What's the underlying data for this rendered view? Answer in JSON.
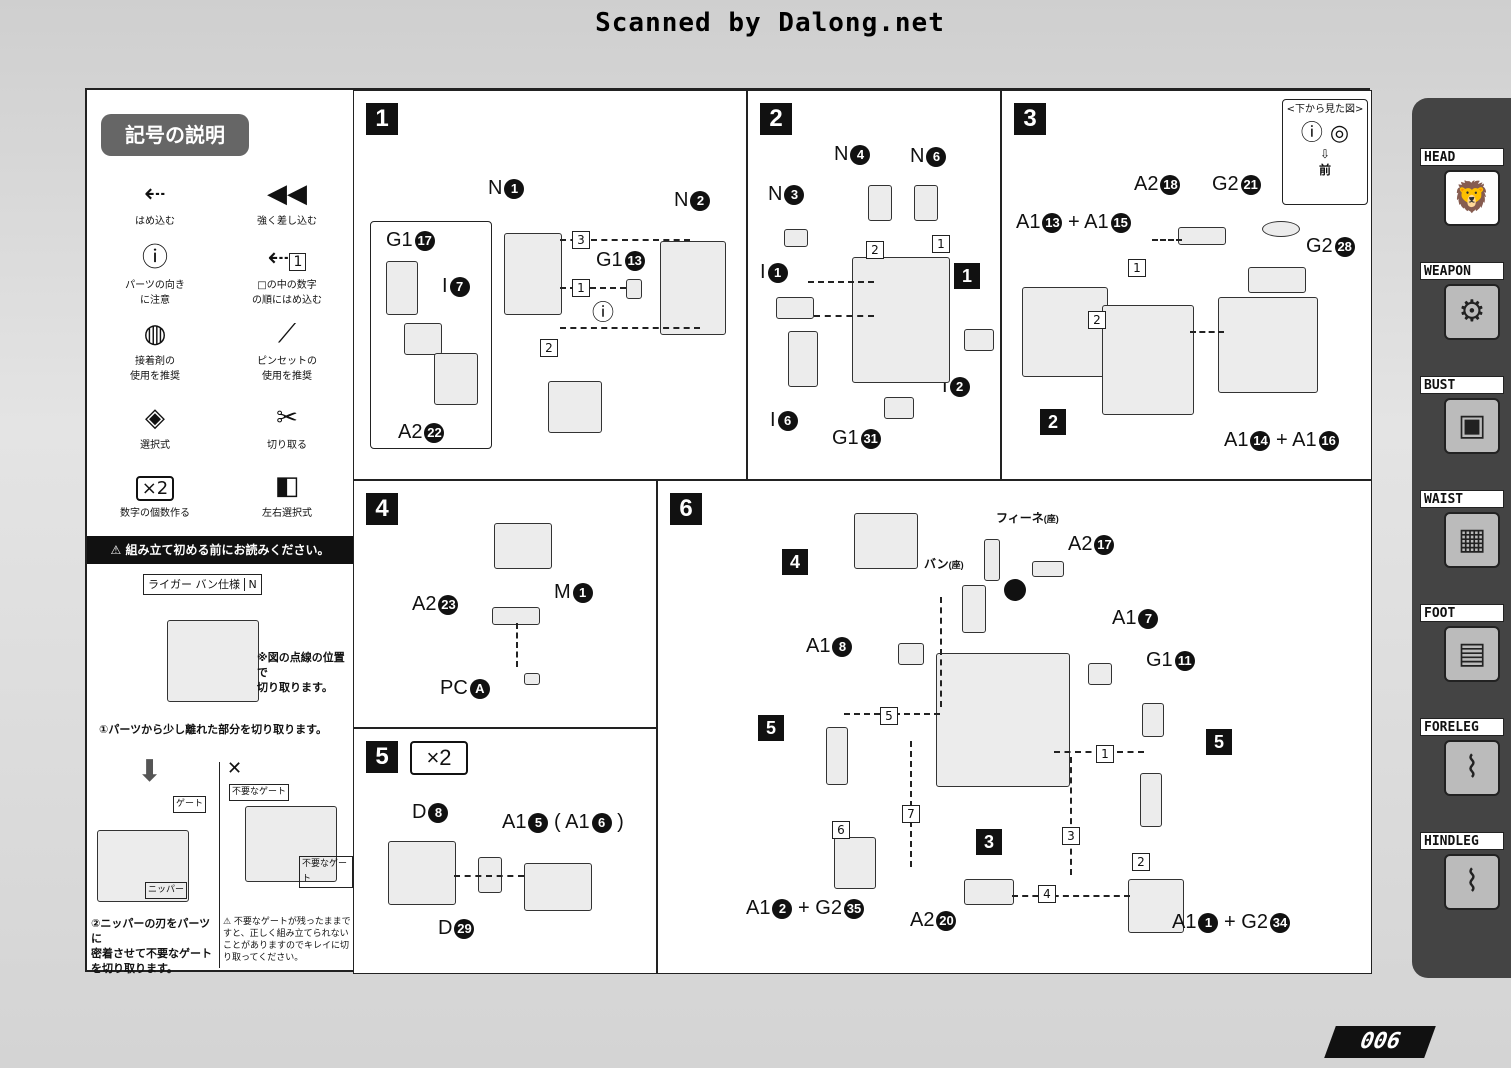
{
  "header": {
    "scan_credit": "Scanned by Dalong.net"
  },
  "legend": {
    "title": "記号の説明",
    "items": [
      {
        "icon": "arrow-dashed-icon",
        "label": "はめ込む"
      },
      {
        "icon": "double-arrow-icon",
        "label": "強く差し込む"
      },
      {
        "icon": "direction-caution-icon",
        "label": "パーツの向き\nに注意"
      },
      {
        "icon": "order-arrow-icon",
        "badge": "1",
        "label": "□の中の数字\nの順にはめ込む"
      },
      {
        "icon": "glue-icon",
        "label": "接着剤の\n使用を推奨"
      },
      {
        "icon": "tweezers-icon",
        "label": "ピンセットの\n使用を推奨"
      },
      {
        "icon": "choice-icon",
        "label": "選択式"
      },
      {
        "icon": "cut-icon",
        "label": "切り取る"
      },
      {
        "icon": "x2-icon",
        "badge": "×2",
        "label": "数字の個数作る"
      },
      {
        "icon": "lr-icon",
        "label": "左右選択式"
      }
    ],
    "warning_title": "組み立て初める前にお読みください。",
    "spec_label": "ライガー バン仕様",
    "spec_badge": "N",
    "cut_note": "※図の点線の位置で\n切り取ります。",
    "step1_note": "①パーツから少し離れた部分を切り取ります。",
    "gate_label": "ゲート",
    "nipper_label": "ニッパー",
    "unneeded_gate": "不要なゲート",
    "step2_note": "②ニッパーの刃をパーツに\n密着させて不要なゲート\nを切り取ります。",
    "caution_note": "⚠ 不要なゲートが残ったままですと、正しく組み立てられないことがありますのでキレイに切り取ってください。"
  },
  "steps": [
    {
      "num": "1",
      "labels": [
        "N",
        "N",
        "G1",
        "G1",
        "I",
        "A2"
      ],
      "nums": [
        "1",
        "2",
        "17",
        "13",
        "7",
        "22"
      ],
      "seq": [
        "3",
        "1",
        "2"
      ]
    },
    {
      "num": "2",
      "labels": [
        "N",
        "N",
        "N",
        "I",
        "I",
        "I",
        "G1"
      ],
      "nums": [
        "4",
        "6",
        "3",
        "1",
        "6",
        "2",
        "31"
      ],
      "seq": [
        "2",
        "1"
      ],
      "ref": "1"
    },
    {
      "num": "3",
      "labels": [
        "A2",
        "G2",
        "A1",
        "A1",
        "G2",
        "A1",
        "A1"
      ],
      "nums": [
        "18",
        "21",
        "13",
        "15",
        "28",
        "14",
        "16"
      ],
      "seq": [
        "1",
        "2"
      ],
      "ref": "2",
      "view_label": "<下から見た図>",
      "front_label": "前"
    },
    {
      "num": "4",
      "labels": [
        "M",
        "A2",
        "PC"
      ],
      "nums": [
        "1",
        "23",
        "A"
      ]
    },
    {
      "num": "5",
      "multiplier": "×2",
      "labels": [
        "D",
        "A1",
        "A1",
        "D"
      ],
      "nums": [
        "8",
        "5",
        "6",
        "29"
      ]
    },
    {
      "num": "6",
      "refs": [
        "4",
        "5",
        "5",
        "3"
      ],
      "labels": [
        "フィーネ",
        "A2",
        "バン",
        "A1",
        "A1",
        "G1",
        "A1",
        "G2",
        "A2",
        "A1",
        "G2"
      ],
      "nums": [
        "17",
        "7",
        "8",
        "11",
        "2",
        "35",
        "20",
        "1",
        "34"
      ],
      "seat": "(座)",
      "seq": [
        "5",
        "1",
        "6",
        "7",
        "3",
        "2",
        "4"
      ]
    }
  ],
  "tabs": [
    {
      "name": "HEAD",
      "icon": "head-icon",
      "glyph": "🦁",
      "active": true
    },
    {
      "name": "WEAPON",
      "icon": "weapon-icon",
      "glyph": "⚙",
      "active": false
    },
    {
      "name": "BUST",
      "icon": "bust-icon",
      "glyph": "▣",
      "active": false
    },
    {
      "name": "WAIST",
      "icon": "waist-icon",
      "glyph": "▦",
      "active": false
    },
    {
      "name": "FOOT",
      "icon": "foot-icon",
      "glyph": "▤",
      "active": false
    },
    {
      "name": "FORELEG",
      "icon": "foreleg-icon",
      "glyph": "⌇",
      "active": false
    },
    {
      "name": "HINDLEG",
      "icon": "hindleg-icon",
      "glyph": "⌇",
      "active": false
    }
  ],
  "page_number": "006"
}
